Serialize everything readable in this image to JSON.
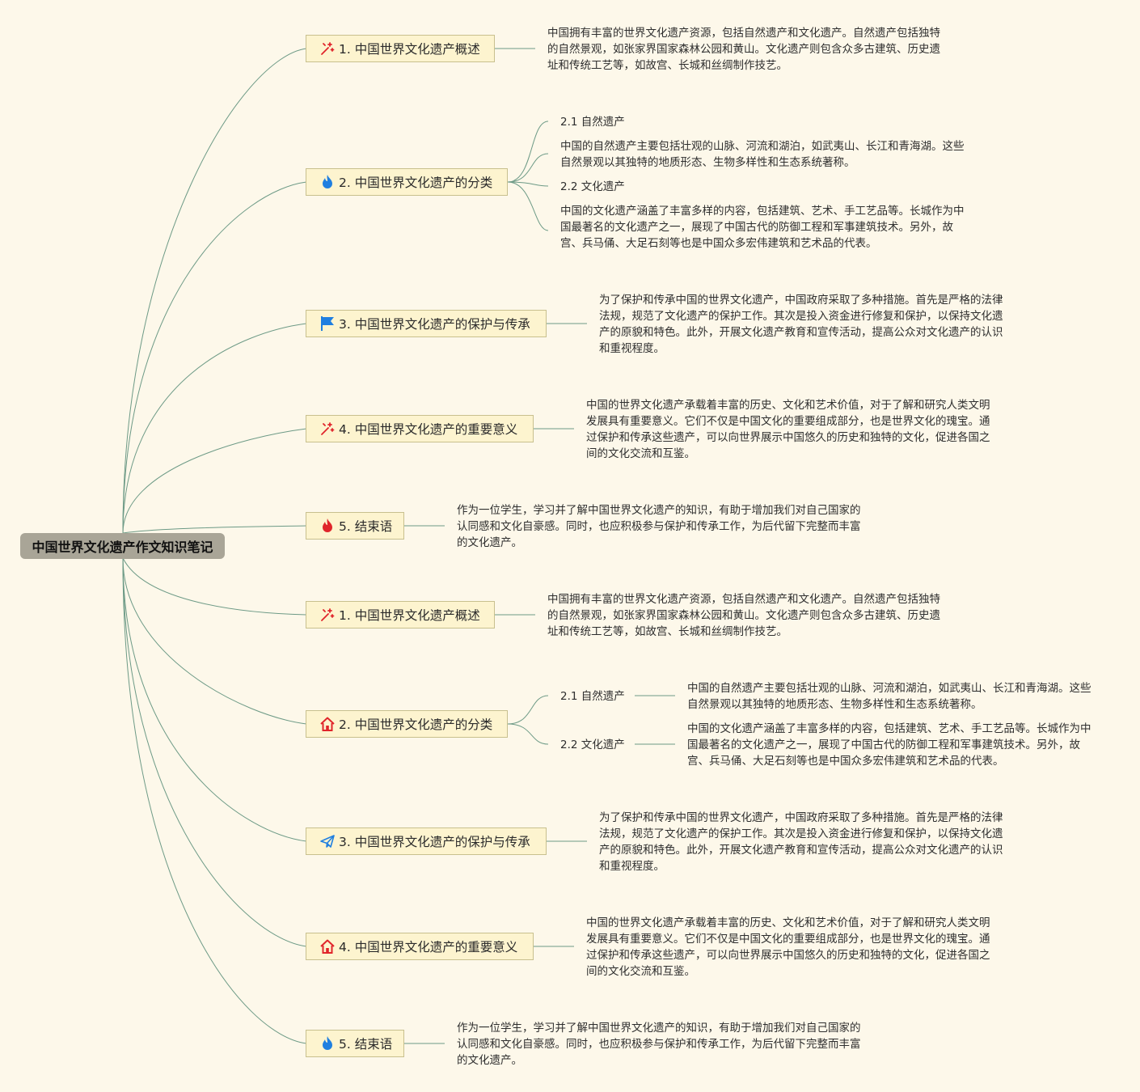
{
  "root": {
    "title": "中国世界文化遗产作文知识笔记"
  },
  "colors": {
    "background": "#fdf8ea",
    "root_fill": "#a9a597",
    "branch_fill": "#fdf4cf",
    "branch_border": "#c8c08e",
    "connector": "#6d9a86",
    "icon_red": "#e0252b",
    "icon_blue": "#1f7fe0"
  },
  "branches": [
    {
      "title": "1. 中国世界文化遗产概述",
      "icon": "sparkle-icon",
      "text": "中国拥有丰富的世界文化遗产资源，包括自然遗产和文化遗产。自然遗产包括独特的自然景观，如张家界国家森林公园和黄山。文化遗产则包含众多古建筑、历史遗址和传统工艺等，如故宫、长城和丝绸制作技艺。"
    },
    {
      "title": "2. 中国世界文化遗产的分类",
      "icon": "flame-blue-icon",
      "sub1_label": "2.1 自然遗产",
      "sub1_text": "中国的自然遗产主要包括壮观的山脉、河流和湖泊，如武夷山、长江和青海湖。这些自然景观以其独特的地质形态、生物多样性和生态系统著称。",
      "sub2_label": "2.2 文化遗产",
      "sub2_text": "中国的文化遗产涵盖了丰富多样的内容，包括建筑、艺术、手工艺品等。长城作为中国最著名的文化遗产之一，展现了中国古代的防御工程和军事建筑技术。另外，故宫、兵马俑、大足石刻等也是中国众多宏伟建筑和艺术品的代表。"
    },
    {
      "title": "3. 中国世界文化遗产的保护与传承",
      "icon": "flag-icon",
      "text": "为了保护和传承中国的世界文化遗产，中国政府采取了多种措施。首先是严格的法律法规，规范了文化遗产的保护工作。其次是投入资金进行修复和保护，以保持文化遗产的原貌和特色。此外，开展文化遗产教育和宣传活动，提高公众对文化遗产的认识和重视程度。"
    },
    {
      "title": "4. 中国世界文化遗产的重要意义",
      "icon": "sparkle-icon",
      "text": "中国的世界文化遗产承载着丰富的历史、文化和艺术价值，对于了解和研究人类文明发展具有重要意义。它们不仅是中国文化的重要组成部分，也是世界文化的瑰宝。通过保护和传承这些遗产，可以向世界展示中国悠久的历史和独特的文化，促进各国之间的文化交流和互鉴。"
    },
    {
      "title": "5. 结束语",
      "icon": "flame-red-icon",
      "text": "作为一位学生，学习并了解中国世界文化遗产的知识，有助于增加我们对自己国家的认同感和文化自豪感。同时，也应积极参与保护和传承工作，为后代留下完整而丰富的文化遗产。"
    },
    {
      "title": "1. 中国世界文化遗产概述",
      "icon": "sparkle-icon",
      "text": "中国拥有丰富的世界文化遗产资源，包括自然遗产和文化遗产。自然遗产包括独特的自然景观，如张家界国家森林公园和黄山。文化遗产则包含众多古建筑、历史遗址和传统工艺等，如故宫、长城和丝绸制作技艺。"
    },
    {
      "title": "2. 中国世界文化遗产的分类",
      "icon": "house-icon",
      "sub1_label": "2.1 自然遗产",
      "sub1_text": "中国的自然遗产主要包括壮观的山脉、河流和湖泊，如武夷山、长江和青海湖。这些自然景观以其独特的地质形态、生物多样性和生态系统著称。",
      "sub2_label": "2.2 文化遗产",
      "sub2_text": "中国的文化遗产涵盖了丰富多样的内容，包括建筑、艺术、手工艺品等。长城作为中国最著名的文化遗产之一，展现了中国古代的防御工程和军事建筑技术。另外，故宫、兵马俑、大足石刻等也是中国众多宏伟建筑和艺术品的代表。"
    },
    {
      "title": "3. 中国世界文化遗产的保护与传承",
      "icon": "paper-plane-icon",
      "text": "为了保护和传承中国的世界文化遗产，中国政府采取了多种措施。首先是严格的法律法规，规范了文化遗产的保护工作。其次是投入资金进行修复和保护，以保持文化遗产的原貌和特色。此外，开展文化遗产教育和宣传活动，提高公众对文化遗产的认识和重视程度。"
    },
    {
      "title": "4. 中国世界文化遗产的重要意义",
      "icon": "house-icon",
      "text": "中国的世界文化遗产承载着丰富的历史、文化和艺术价值，对于了解和研究人类文明发展具有重要意义。它们不仅是中国文化的重要组成部分，也是世界文化的瑰宝。通过保护和传承这些遗产，可以向世界展示中国悠久的历史和独特的文化，促进各国之间的文化交流和互鉴。"
    },
    {
      "title": "5. 结束语",
      "icon": "flame-blue-icon",
      "text": "作为一位学生，学习并了解中国世界文化遗产的知识，有助于增加我们对自己国家的认同感和文化自豪感。同时，也应积极参与保护和传承工作，为后代留下完整而丰富的文化遗产。"
    }
  ]
}
